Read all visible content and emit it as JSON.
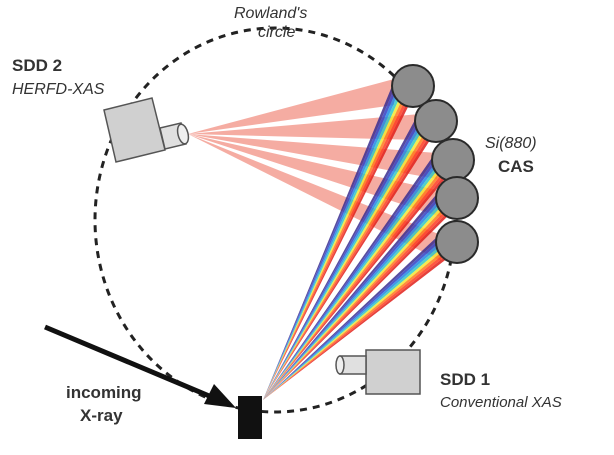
{
  "labels": {
    "rowland_line1": "Rowland's",
    "rowland_line2": "circle",
    "sdd2_title": "SDD 2",
    "sdd2_subtitle": "HERFD-XAS",
    "cas_crystal": "Si(880)",
    "cas_title": "CAS",
    "sdd1_title": "SDD 1",
    "sdd1_subtitle": "Conventional XAS",
    "incoming_line1": "incoming",
    "incoming_line2": "X-ray"
  },
  "crystal_count": 5,
  "colors": {
    "circle": "#222222",
    "detector_body": "#d0d0d0",
    "detector_edge": "#555555",
    "crystal": "#8c8c8c",
    "focus_beam": "#f08070",
    "sample": "#111111",
    "arrow": "#111111",
    "spectrum": [
      "#3a2d8f",
      "#2f3fc4",
      "#1e88e5",
      "#33c8c0",
      "#f2e830",
      "#ff7a1a",
      "#ff3b1f",
      "#e0201a"
    ]
  },
  "icons": {
    "sample": "sample-block",
    "sdd1": "detector-icon",
    "sdd2": "detector-icon",
    "crystal": "crystal-analyzer-icon"
  }
}
